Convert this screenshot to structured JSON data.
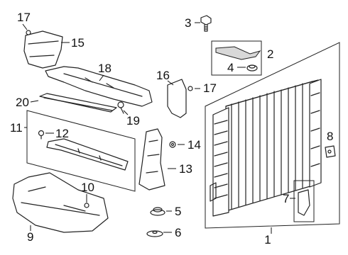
{
  "callouts": {
    "c1": "1",
    "c2": "2",
    "c3": "3",
    "c4": "4",
    "c5": "5",
    "c6": "6",
    "c7": "7",
    "c8": "8",
    "c9": "9",
    "c10": "10",
    "c11": "11",
    "c12": "12",
    "c13": "13",
    "c14": "14",
    "c15": "15",
    "c16": "16",
    "c17a": "17",
    "c17b": "17",
    "c18": "18",
    "c19": "19",
    "c20": "20"
  },
  "colors": {
    "line": "#222222",
    "background": "#ffffff",
    "shade": "#d8d8d8"
  }
}
